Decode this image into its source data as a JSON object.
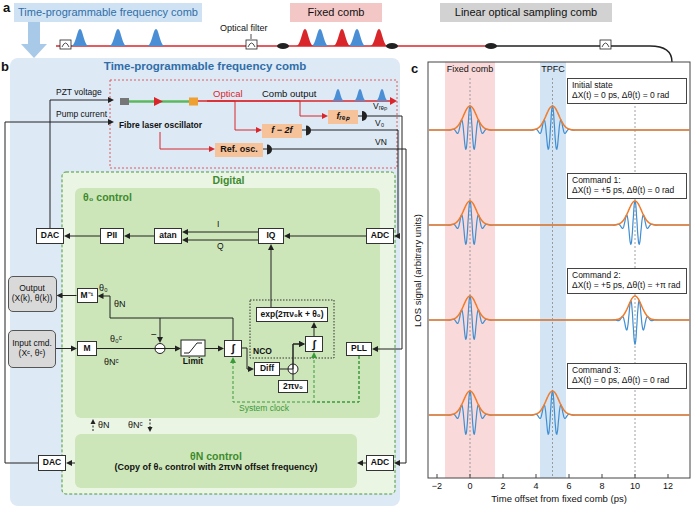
{
  "diagram": {
    "nodes": [
      {
        "text": [
          "Time-programmable frequency comb"
        ]
      },
      {
        "text": [
          "Fixed comb"
        ]
      },
      {
        "text": [
          "Linear optical sampling comb"
        ]
      },
      {
        "text": [
          "Time-programmable frequency comb"
        ]
      },
      {
        "text": [
          "Fibre laser oscillator"
        ],
        "in": 3
      },
      {
        "text": [
          "fᵣₑₚ"
        ],
        "in": 3
      },
      {
        "text": [
          "f − 2f"
        ],
        "in": 3
      },
      {
        "text": [
          "Ref. osc."
        ],
        "in": 3
      },
      {
        "text": [
          "Digital"
        ],
        "in": 3
      },
      {
        "text": [
          "θ₀ control"
        ],
        "in": 8
      },
      {
        "text": [
          "DAC"
        ],
        "in": 3
      },
      {
        "text": [
          "PII"
        ],
        "in": 9
      },
      {
        "text": [
          "atan"
        ],
        "in": 9
      },
      {
        "text": [
          "IQ"
        ],
        "in": 9
      },
      {
        "text": [
          "ADC"
        ],
        "in": 3
      },
      {
        "text": [
          "Output",
          "(X(k), θ(k))"
        ]
      },
      {
        "text": [
          "Input cmd.",
          "(Xᶜ, θᶜ)"
        ]
      },
      {
        "text": [
          "M⁻¹"
        ],
        "in": 9
      },
      {
        "text": [
          "M"
        ],
        "in": 9
      },
      {
        "text": [
          "Limit"
        ],
        "in": 9
      },
      {
        "text": [
          "∫"
        ],
        "in": 9
      },
      {
        "text": [
          "Diff"
        ],
        "in": 9
      },
      {
        "text": [
          "NCO"
        ],
        "in": 9
      },
      {
        "text": [
          "exp(2πν₀k + θ₀)"
        ],
        "in": 22
      },
      {
        "text": [
          "∫"
        ],
        "in": 22
      },
      {
        "text": [
          "2πν₀"
        ],
        "in": 9
      },
      {
        "text": [
          "PLL"
        ],
        "in": 9
      },
      {
        "text": [
          "θN control",
          "(Copy of θ₀ control with 2πνN offset frequency)"
        ],
        "in": 8
      },
      {
        "text": [
          "DAC"
        ],
        "in": 3
      },
      {
        "text": [
          "ADC"
        ],
        "in": 3
      },
      {
        "text": [
          "Fixed comb"
        ]
      },
      {
        "text": [
          "TPFC"
        ]
      },
      {
        "text": [
          "Initial state",
          "ΔX(t) = 0 ps, Δθ(t) = 0 rad"
        ]
      },
      {
        "text": [
          "Command 1:",
          "ΔX(t) = +5 ps, Δθ(t) = 0 rad"
        ]
      },
      {
        "text": [
          "Command 2:",
          "ΔX(t) = +5 ps, Δθ(t) = +π rad"
        ]
      },
      {
        "text": [
          "Command 3:",
          "ΔX(t) = 0 ps, Δθ(t) = 0 rad"
        ]
      }
    ],
    "edges": [
      {
        "from": 0,
        "to": 3,
        "arrow": "to"
      },
      {
        "from": 10,
        "to": 4,
        "arrow": "to",
        "label": "PZT voltage"
      },
      {
        "from": 28,
        "to": 4,
        "arrow": "to",
        "label": "Pump current"
      },
      {
        "from": 4,
        "to": 5,
        "arrow": "to"
      },
      {
        "from": 4,
        "to": 6,
        "arrow": "to"
      },
      {
        "from": 4,
        "to": 7,
        "arrow": "to"
      },
      {
        "from": 5,
        "to": 26,
        "arrow": "to",
        "label": "Vᵣₑₚ"
      },
      {
        "from": 6,
        "to": 14,
        "arrow": "to",
        "label": "V₀"
      },
      {
        "from": 7,
        "to": 29,
        "arrow": "to",
        "label": "VN"
      },
      {
        "from": 14,
        "to": 13,
        "arrow": "to"
      },
      {
        "from": 13,
        "to": 12,
        "arrow": "to",
        "label": "I"
      },
      {
        "from": 13,
        "to": 12,
        "arrow": "to",
        "label": "Q"
      },
      {
        "from": 12,
        "to": 11,
        "arrow": "to"
      },
      {
        "from": 11,
        "to": 10,
        "arrow": "to"
      },
      {
        "from": 23,
        "to": 13,
        "arrow": "to"
      },
      {
        "from": 24,
        "to": 23,
        "arrow": "to"
      },
      {
        "from": 16,
        "to": 18,
        "arrow": "to"
      },
      {
        "from": 18,
        "to": 19,
        "arrow": "to"
      },
      {
        "from": 19,
        "to": 20,
        "arrow": "to"
      },
      {
        "from": 20,
        "to": 21,
        "arrow": "to"
      },
      {
        "from": 20,
        "to": 17,
        "arrow": "to"
      },
      {
        "from": 17,
        "to": 15,
        "arrow": "to"
      },
      {
        "from": 21,
        "to": 24,
        "arrow": "to"
      },
      {
        "from": 25,
        "to": 24,
        "arrow": "to"
      },
      {
        "from": 26,
        "to": 20,
        "arrow": "to",
        "label": "System clock"
      },
      {
        "from": 26,
        "to": 24,
        "arrow": "to"
      },
      {
        "from": 27,
        "to": 28,
        "arrow": "to"
      },
      {
        "from": 29,
        "to": 27,
        "arrow": "to"
      }
    ],
    "labels": [
      "a",
      "b",
      "c",
      "Optical filter",
      "Optical",
      "Comb output",
      "θ₀",
      "θN",
      "θ₀ᶜ",
      "θNᶜ",
      "−",
      "θN",
      "θNᶜ",
      "−2",
      "0",
      "2",
      "4",
      "6",
      "8",
      "10",
      "12",
      "LOS signal (arbitrary units)",
      "Time offset from fixed comb (ps)"
    ]
  }
}
